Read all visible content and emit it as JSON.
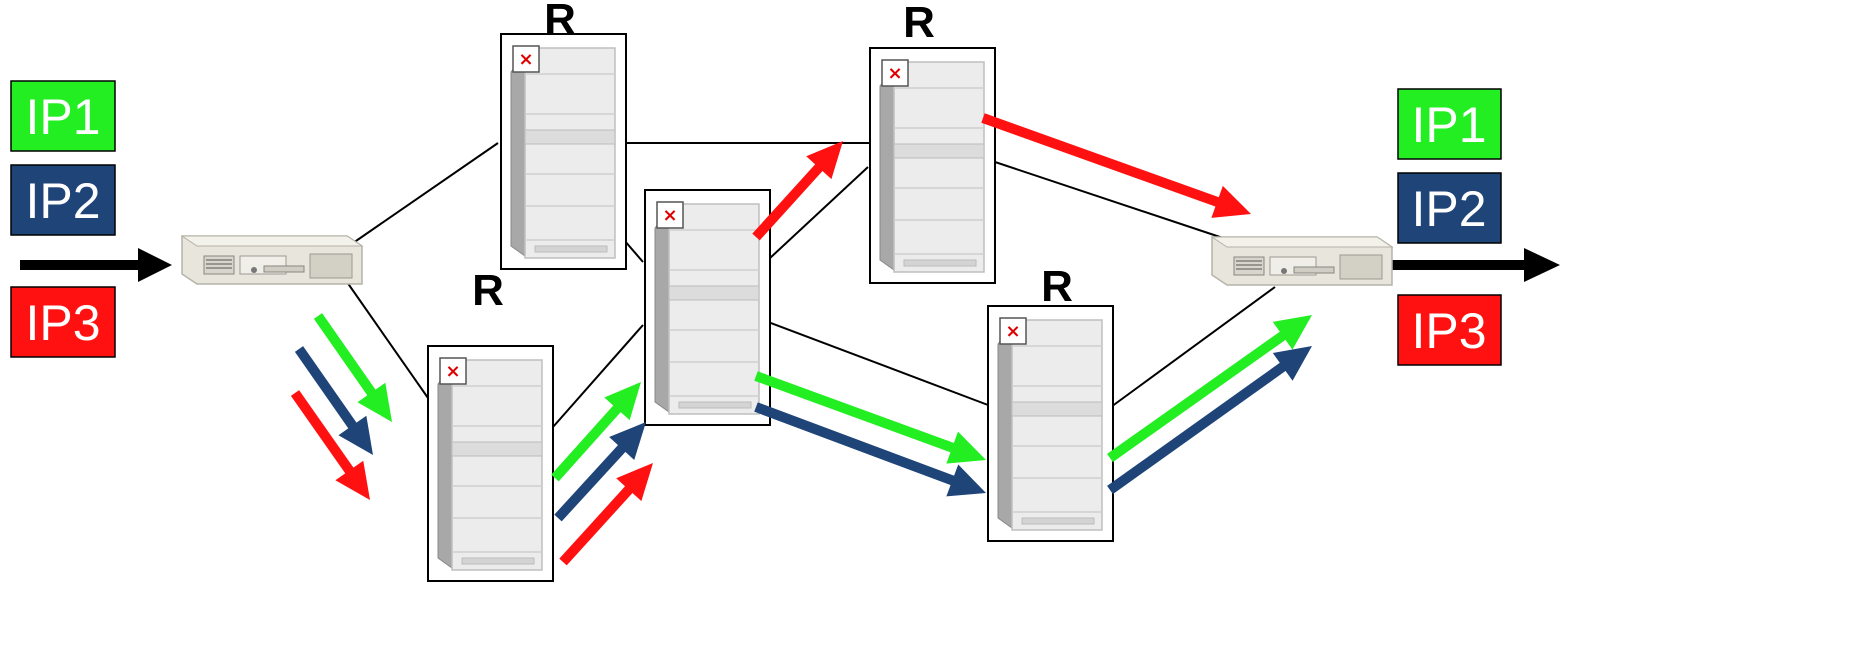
{
  "left_packets": [
    {
      "label": "IP1",
      "color": "#22ee22"
    },
    {
      "label": "IP2",
      "color": "#1f4478"
    },
    {
      "label": "IP3",
      "color": "#ff1111"
    }
  ],
  "right_packets": [
    {
      "label": "IP1",
      "color": "#22ee22"
    },
    {
      "label": "IP2",
      "color": "#1f4478"
    },
    {
      "label": "IP3",
      "color": "#ff1111"
    }
  ],
  "routers": {
    "top_left": {
      "label": "R"
    },
    "bottom_left": {
      "label": "R"
    },
    "top_right": {
      "label": "R"
    },
    "bottom_right": {
      "label": "R"
    },
    "center": {
      "label": ""
    }
  },
  "colors": {
    "ip1": "#22ee22",
    "ip2": "#1f4478",
    "ip3": "#ff1111",
    "link": "#000000"
  }
}
